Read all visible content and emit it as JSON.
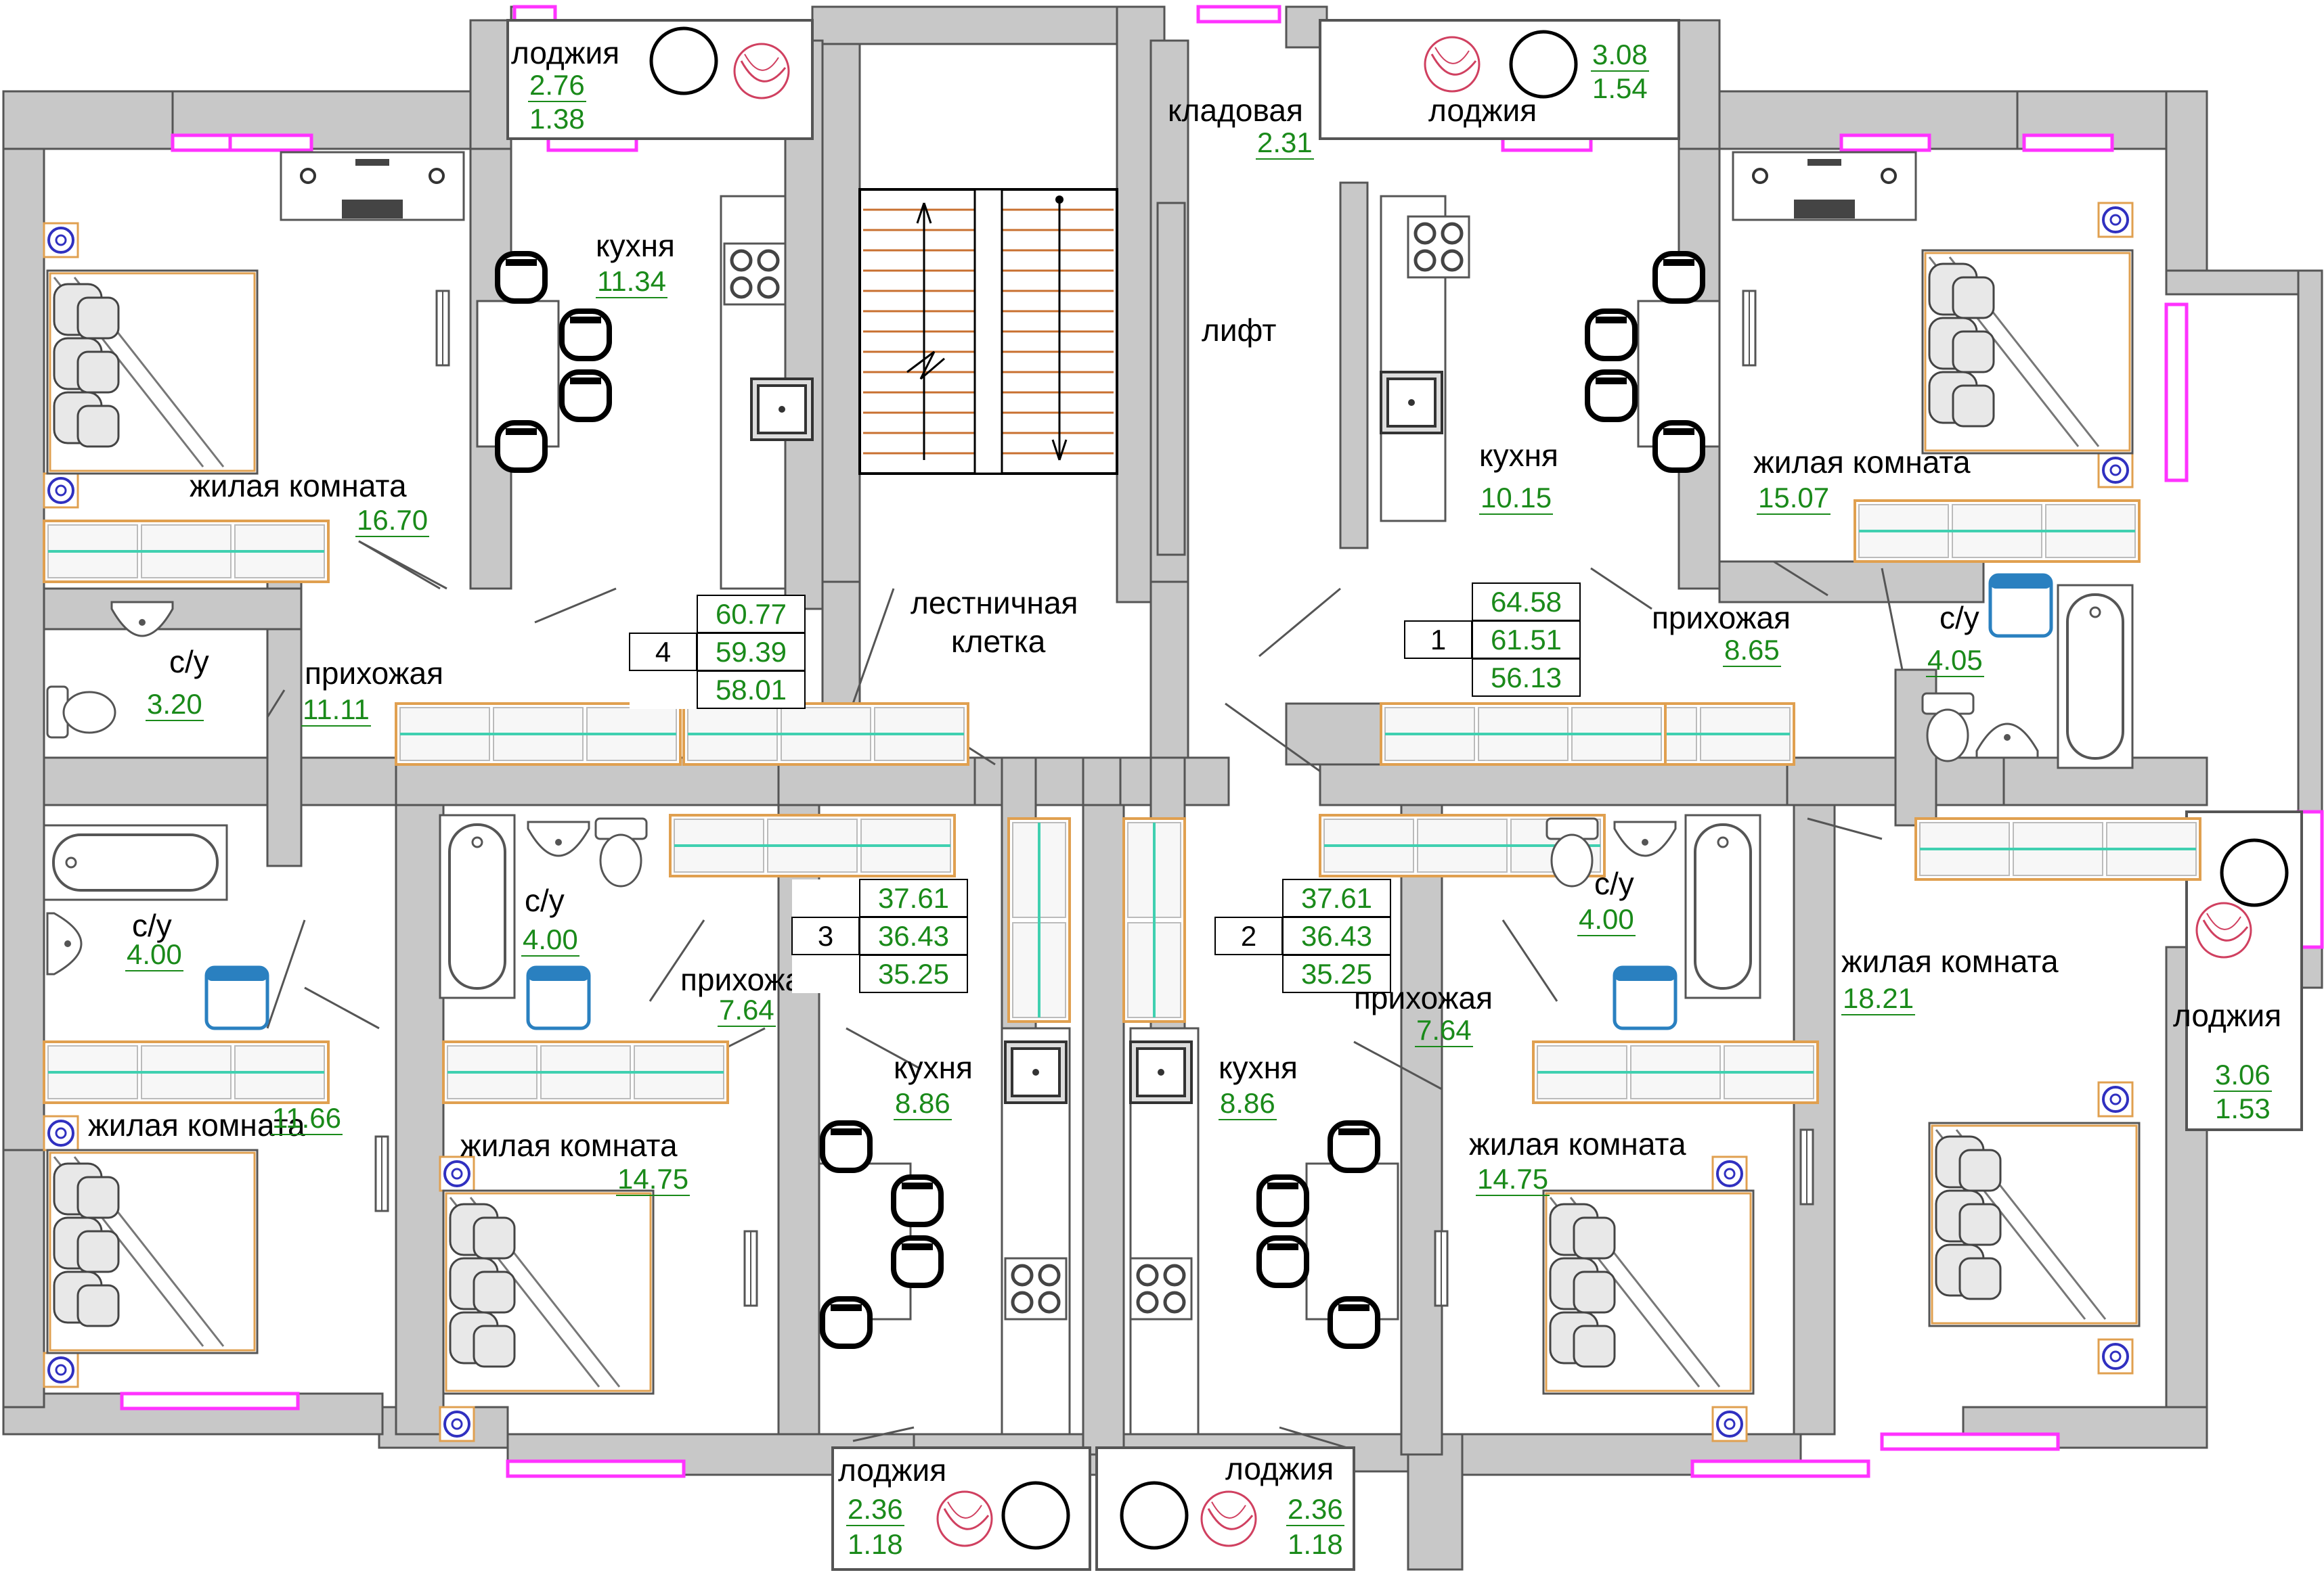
{
  "colors": {
    "wall": "#c8c8c8",
    "wall_stroke": "#555555",
    "window": "#ff33ff",
    "area_text": "#1a8a1a",
    "furniture_outline": "#e0a050",
    "wardrobe_line": "#40d0b0"
  },
  "rooms": {
    "loggia_tl": {
      "name": "лоджия",
      "area1": "2.76",
      "area2": "1.38"
    },
    "loggia_tr": {
      "name": "лоджия",
      "area1": "3.08",
      "area2": "1.54"
    },
    "storage": {
      "name": "кладовая",
      "area": "2.31"
    },
    "lift": {
      "name": "лифт"
    },
    "stairwell": {
      "name1": "лестничная",
      "name2": "клетка"
    },
    "kitchen_4": {
      "name": "кухня",
      "area": "11.34"
    },
    "living_4": {
      "name": "жилая комната",
      "area": "16.70"
    },
    "wc_4": {
      "name": "с/у",
      "area": "3.20"
    },
    "hall_4": {
      "name": "прихожая",
      "area": "11.11"
    },
    "kitchen_1": {
      "name": "кухня",
      "area": "10.15"
    },
    "living_1": {
      "name": "жилая комната",
      "area": "15.07"
    },
    "hall_1": {
      "name": "прихожая",
      "area": "8.65"
    },
    "wc_1": {
      "name": "с/у",
      "area": "4.05"
    },
    "wc_left": {
      "name": "с/у",
      "area": "4.00"
    },
    "living_left": {
      "name": "жилая комната",
      "area": "11.66"
    },
    "wc_3": {
      "name": "с/у",
      "area": "4.00"
    },
    "hall_3": {
      "name": "прихожая",
      "area": "7.64"
    },
    "living_3": {
      "name": "жилая комната",
      "area": "14.75"
    },
    "kitchen_3": {
      "name": "кухня",
      "area": "8.86"
    },
    "kitchen_2": {
      "name": "кухня",
      "area": "8.86"
    },
    "hall_2": {
      "name": "прихожая",
      "area": "7.64"
    },
    "wc_2": {
      "name": "с/у",
      "area": "4.00"
    },
    "living_2": {
      "name": "жилая комната",
      "area": "14.75"
    },
    "living_right": {
      "name": "жилая комната",
      "area": "18.21"
    },
    "loggia_r": {
      "name": "лоджия",
      "area1": "3.06",
      "area2": "1.53"
    },
    "loggia_bl": {
      "name": "лоджия",
      "area1": "2.36",
      "area2": "1.18"
    },
    "loggia_br": {
      "name": "лоджия",
      "area1": "2.36",
      "area2": "1.18"
    }
  },
  "apartments": [
    {
      "number": "4",
      "areas": [
        "60.77",
        "59.39",
        "58.01"
      ]
    },
    {
      "number": "1",
      "areas": [
        "64.58",
        "61.51",
        "56.13"
      ]
    },
    {
      "number": "3",
      "areas": [
        "37.61",
        "36.43",
        "35.25"
      ]
    },
    {
      "number": "2",
      "areas": [
        "37.61",
        "36.43",
        "35.25"
      ]
    }
  ],
  "icons": [
    "bed-icon",
    "sink-icon",
    "toilet-icon",
    "bathtub-icon",
    "stove-icon",
    "table-icon",
    "chair-icon",
    "desk-icon",
    "wardrobe-icon",
    "washing-machine-icon",
    "round-table-icon",
    "armchair-icon",
    "radiator-icon",
    "lamp-icon"
  ]
}
